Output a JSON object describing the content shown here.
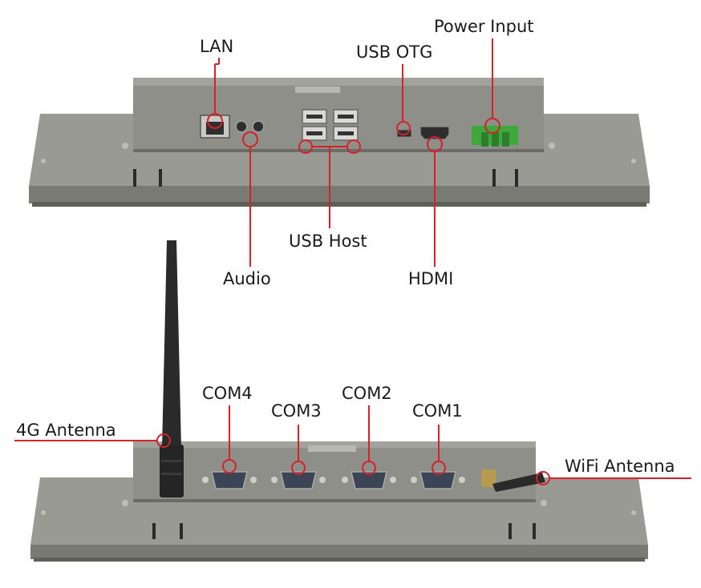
{
  "colors": {
    "background": "#ffffff",
    "callout": "#d6202a",
    "panel_body": "#8e8e88",
    "panel_shade": "#6f6f6a",
    "connector_green": "#3fa83c",
    "antenna": "#2a2a2a",
    "brass": "#b89a50"
  },
  "labels": {
    "lan": "LAN",
    "usb_otg": "USB OTG",
    "power_input": "Power Input",
    "usb_host": "USB Host",
    "audio": "Audio",
    "hdmi": "HDMI",
    "antenna_4g": "4G Antenna",
    "com4": "COM4",
    "com3": "COM3",
    "com2": "COM2",
    "com1": "COM1",
    "wifi_antenna": "WiFi Antenna"
  }
}
